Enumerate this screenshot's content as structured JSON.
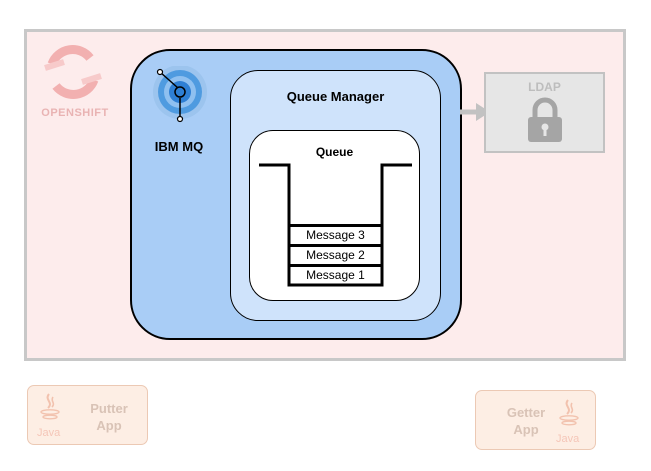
{
  "openshift": {
    "wordmark": "OPENSHIFT"
  },
  "mq": {
    "label": "IBM MQ"
  },
  "queue_manager": {
    "label": "Queue Manager"
  },
  "queue": {
    "label": "Queue",
    "messages": [
      "Message 3",
      "Message 2",
      "Message 1"
    ]
  },
  "ldap": {
    "label": "LDAP"
  },
  "apps": {
    "putter": {
      "label": "Putter App",
      "java_text": "Java"
    },
    "getter": {
      "label": "Getter App",
      "java_text": "Java"
    }
  },
  "colors": {
    "openshift_bg": "#fdecec",
    "mq_blue": "#a9cdf6",
    "queue_manager_blue": "#cfe3fb",
    "ldap_gray": "#e6e6e6",
    "app_bg": "#fdeee4"
  }
}
